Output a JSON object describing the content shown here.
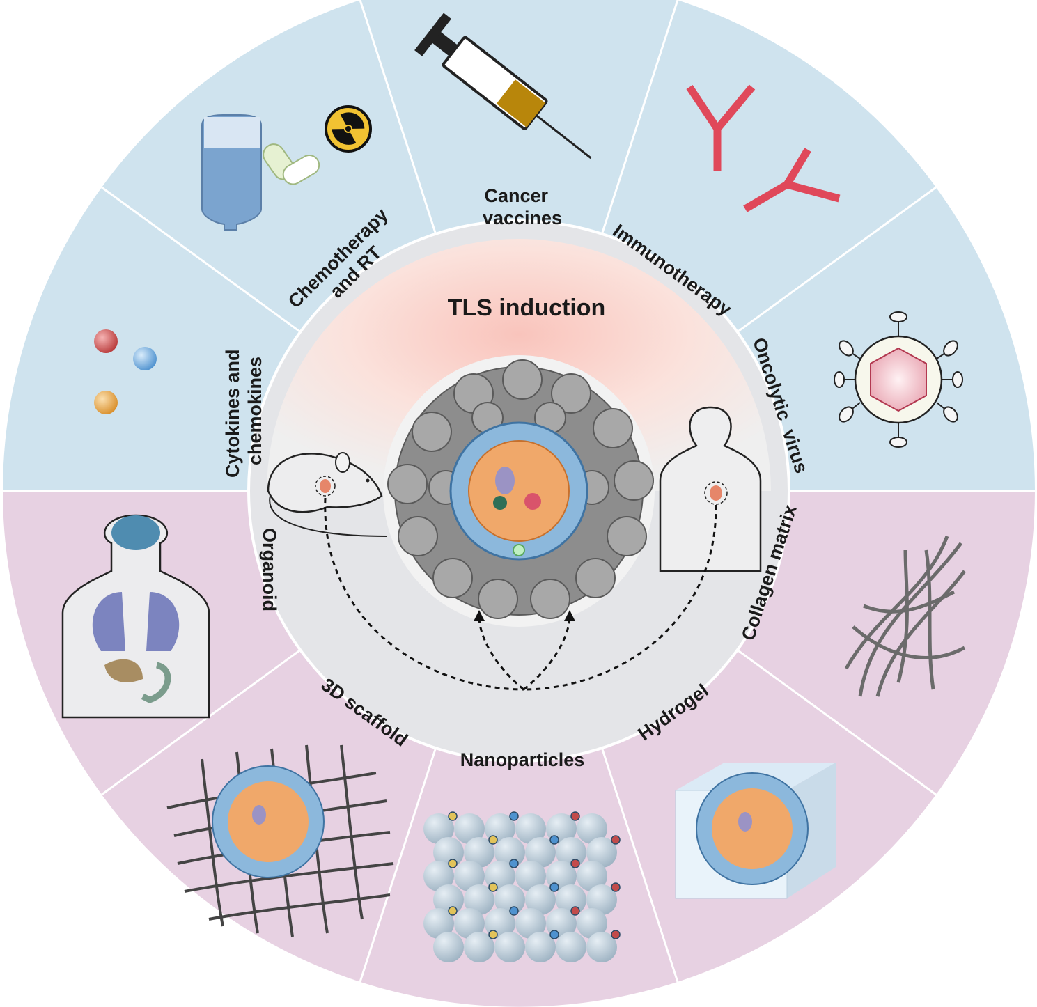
{
  "title": "TLS induction",
  "segments": {
    "cancer_vaccines": [
      "Cancer",
      "vaccines"
    ],
    "immunotherapy": "Immunotherapy",
    "oncolytic_virus": "Oncolytic  virus",
    "collagen_matrix": "Collagen matrix",
    "hydrogel": "Hydrogel",
    "nanoparticles": "Nanoparticles",
    "scaffold": "3D scaffold",
    "organoid": "Organoid",
    "cytokines": [
      "Cytokines and",
      "chemokines"
    ],
    "chemotherapy": [
      "Chemotherapy",
      "and RT"
    ]
  },
  "colors": {
    "top_sectors": "#cfe3ee",
    "bottom_sectors": "#e7d1e2",
    "inner_ring": "#e4e5e8",
    "tls_band": "#f8d0c8",
    "antibody": "#e0485a",
    "b_cell": "#f0a86a",
    "t_cell": "#8cb8dc",
    "tumor_cell": "#9a9a9a",
    "syringe_fluid": "#b8860b"
  }
}
